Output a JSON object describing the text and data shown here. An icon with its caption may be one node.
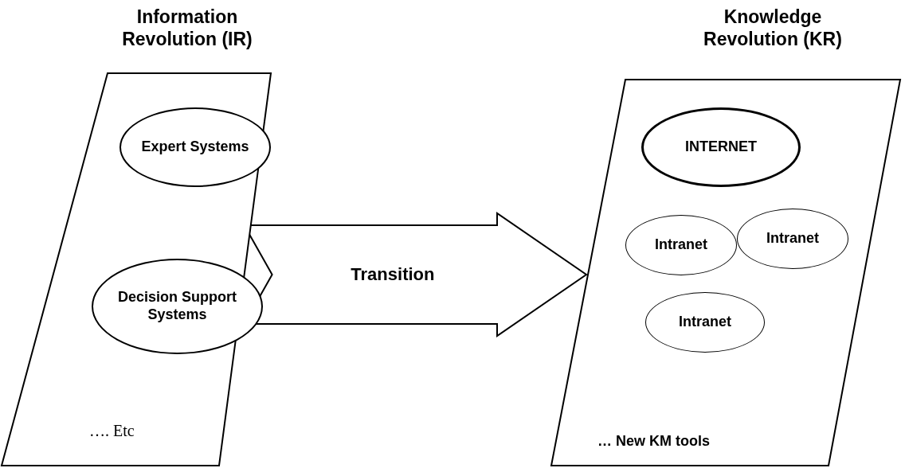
{
  "diagram": {
    "nodes": [
      {
        "text": [
          "Information Revolution (IR)",
          "…. Etc"
        ]
      },
      {
        "text": [
          "Expert Systems"
        ],
        "in": 0
      },
      {
        "text": [
          "Decision Support Systems"
        ],
        "in": 0
      },
      {
        "text": [
          "Knowledge Revolution (KR)",
          "… New KM tools"
        ]
      },
      {
        "text": [
          "INTERNET"
        ],
        "in": 3
      },
      {
        "text": [
          "Intranet"
        ],
        "in": 3
      },
      {
        "text": [
          "Intranet"
        ],
        "in": 3
      },
      {
        "text": [
          "Intranet"
        ],
        "in": 3
      }
    ],
    "edges": [
      {
        "from": 0,
        "to": 3,
        "arrow": "to",
        "label": "Transition"
      }
    ]
  }
}
